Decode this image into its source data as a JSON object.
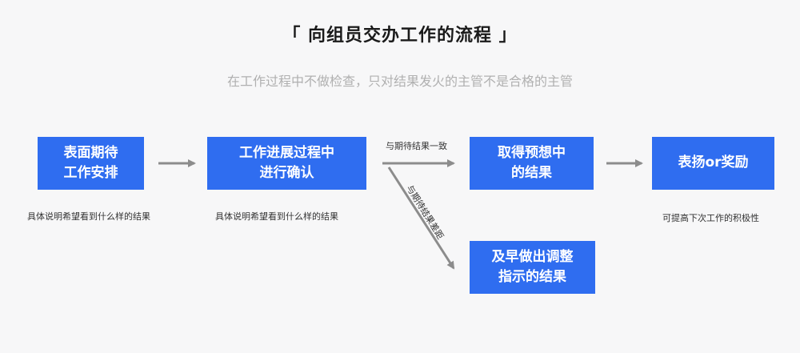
{
  "title": "「 向组员交办工作的流程 」",
  "subtitle": "在工作过程中不做检查，只对结果发火的主管不是合格的主管",
  "boxes": {
    "step1": {
      "line1": "表面期待",
      "line2": "工作安排"
    },
    "step2": {
      "line1": "工作进展过程中",
      "line2": "进行确认"
    },
    "step3": {
      "line1": "取得预想中",
      "line2": "的结果"
    },
    "step4": {
      "line1": "表扬or奖励",
      "line2": ""
    },
    "step5": {
      "line1": "及早做出调整",
      "line2": "指示的结果"
    }
  },
  "notes": {
    "step1": "具体说明希望看到什么样的结果",
    "step2": "具体说明希望看到什么样的结果",
    "step4": "可提高下次工作的积极性"
  },
  "arrow_labels": {
    "consistent": "与期待结果一致",
    "deviation": "与期待结果差距"
  },
  "colors": {
    "box": "#2f6df0",
    "arrow": "#8c8c8c",
    "background": "#f7f7f8"
  }
}
